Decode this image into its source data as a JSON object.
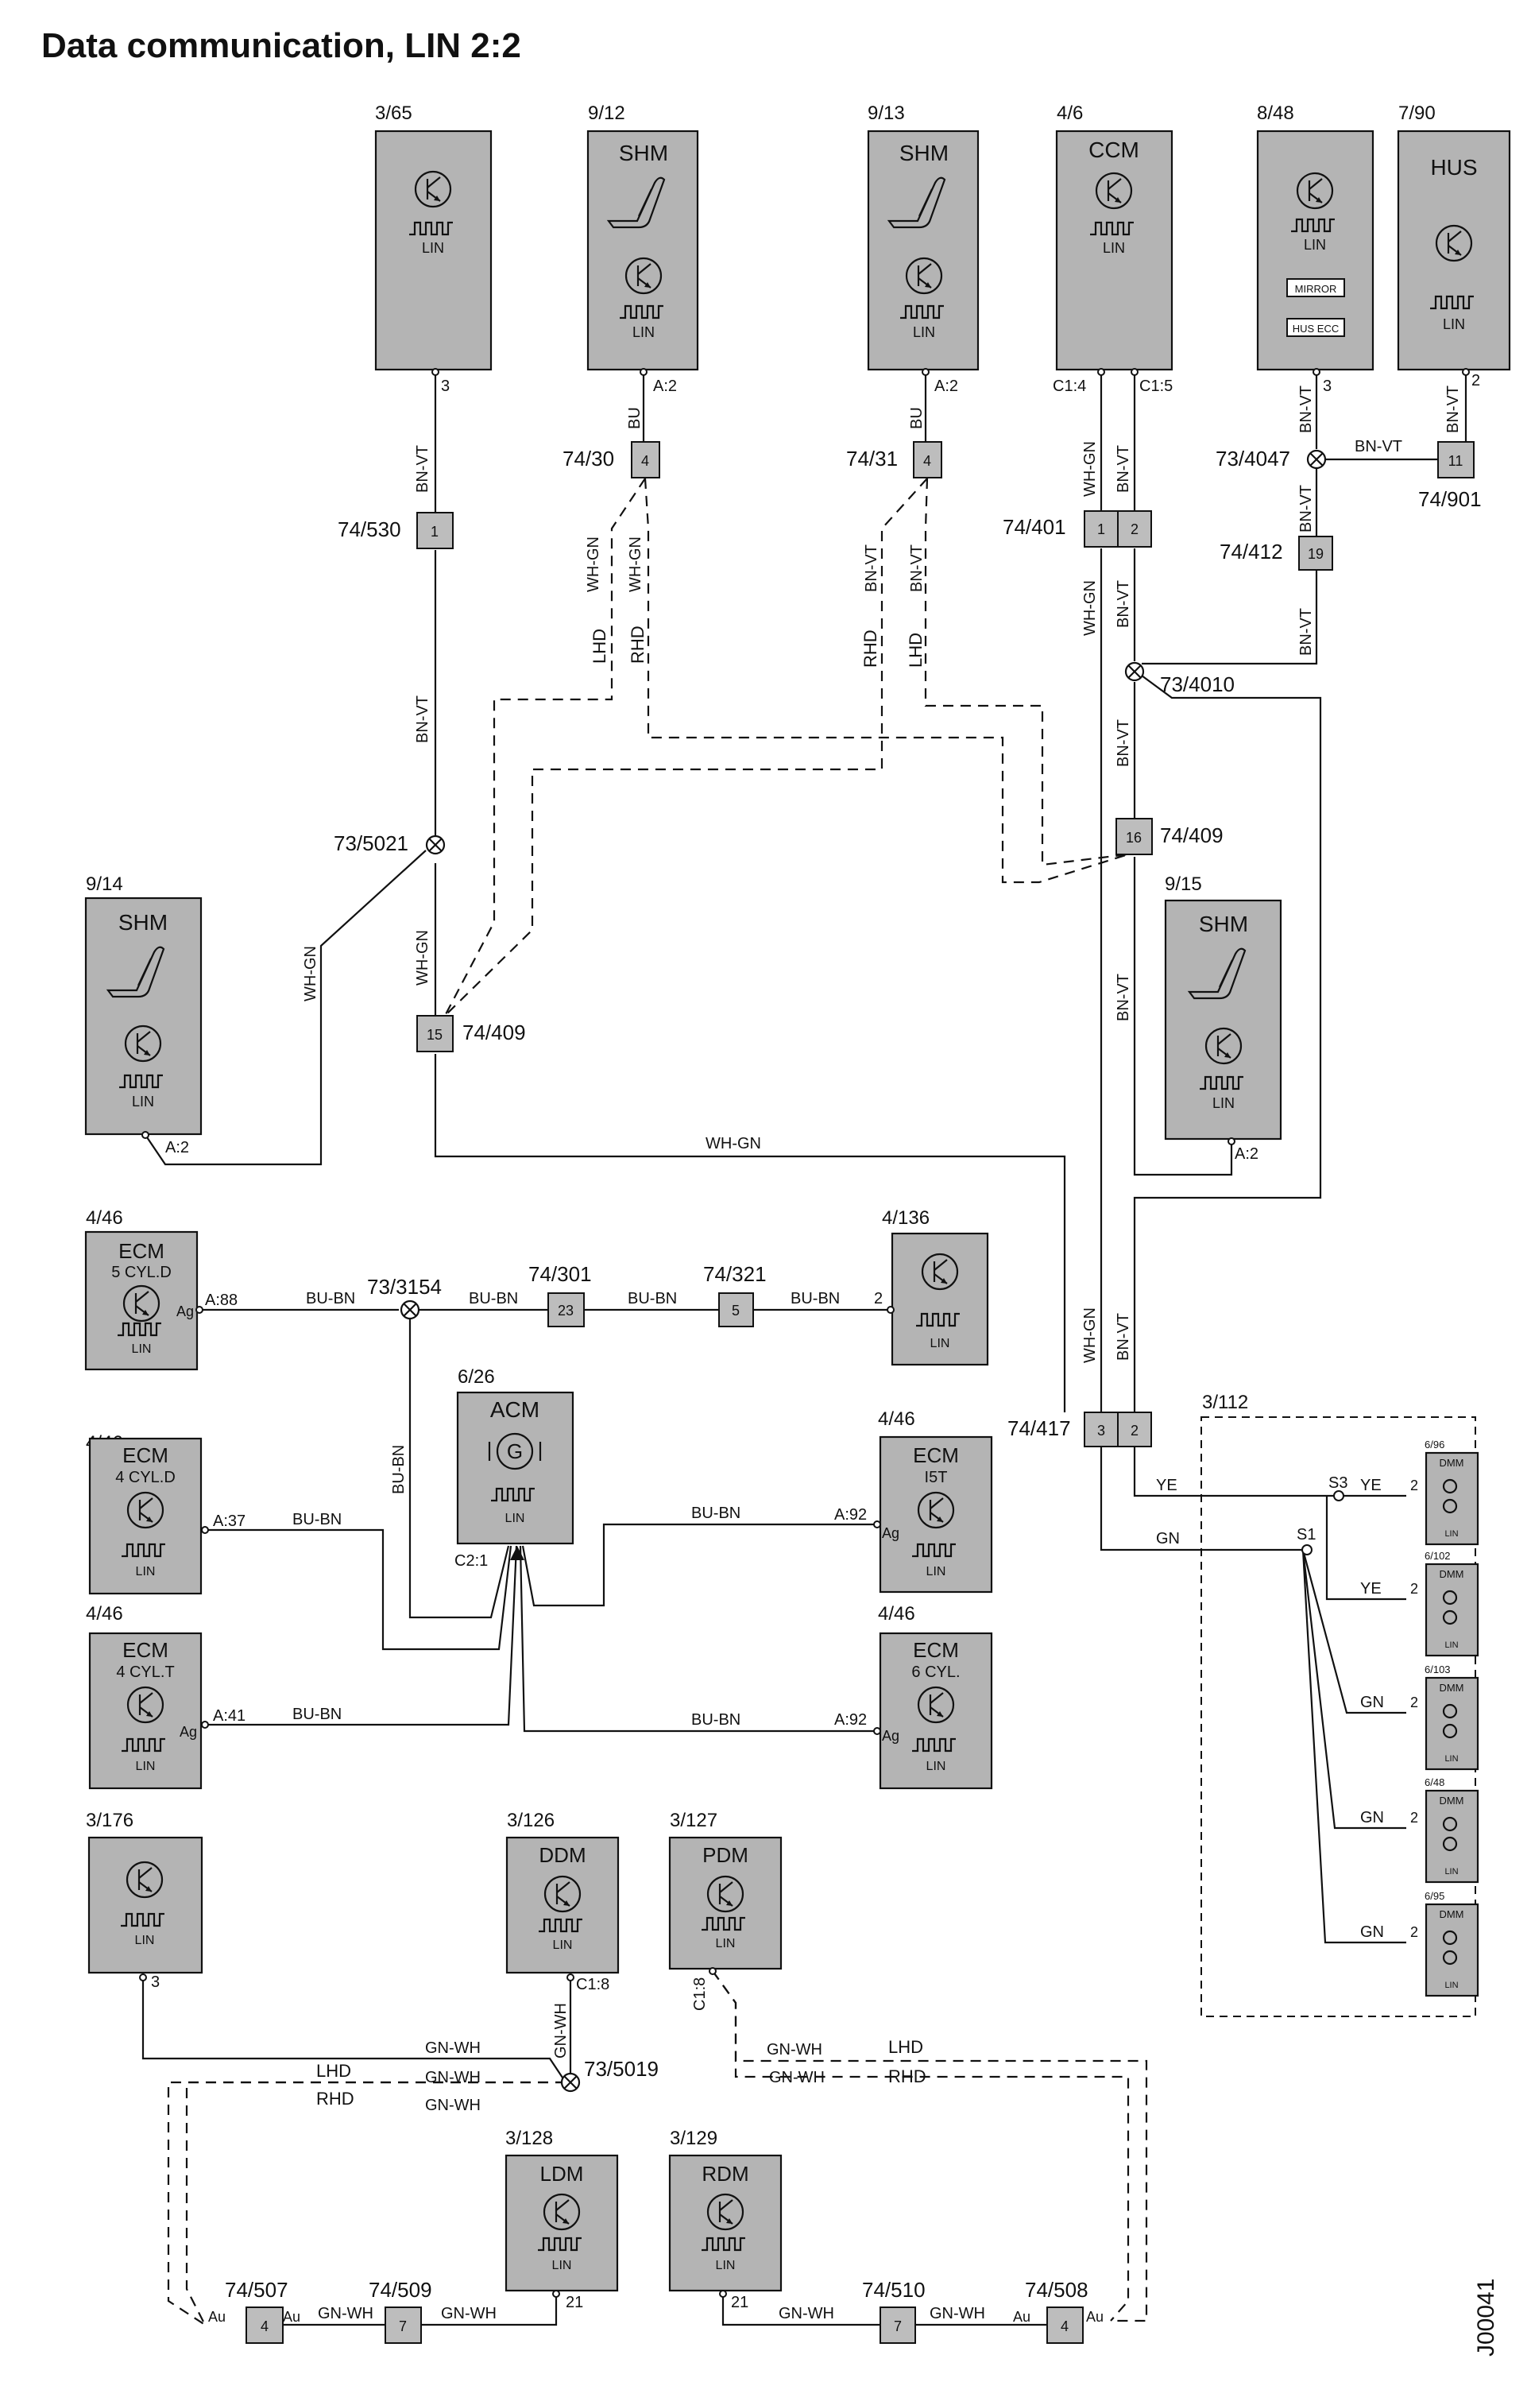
{
  "title": "Data communication, LIN 2:2",
  "doc_code": "J00041",
  "modules": {
    "m3_65": {
      "id": "3/65",
      "lin": "LIN",
      "pin": "3"
    },
    "m9_12": {
      "id": "9/12",
      "name": "SHM",
      "lin": "LIN",
      "pin": "A:2"
    },
    "m9_13": {
      "id": "9/13",
      "name": "SHM",
      "lin": "LIN",
      "pin": "A:2"
    },
    "m4_6": {
      "id": "4/6",
      "name": "CCM",
      "lin": "LIN",
      "pin_a": "C1:4",
      "pin_b": "C1:5"
    },
    "m8_48": {
      "id": "8/48",
      "lin": "LIN",
      "label_a": "MIRROR",
      "label_b": "HUS ECC",
      "pin": "3"
    },
    "m7_90": {
      "id": "7/90",
      "name": "HUS",
      "lin": "LIN",
      "pin": "2"
    },
    "m9_14": {
      "id": "9/14",
      "name": "SHM",
      "lin": "LIN",
      "pin": "A:2"
    },
    "m9_15": {
      "id": "9/15",
      "name": "SHM",
      "lin": "LIN",
      "pin": "A:2"
    },
    "ecm5": {
      "id": "4/46",
      "name": "ECM",
      "sub": "5 CYL.D",
      "lin": "LIN",
      "pin": "A:88",
      "ag": "Ag"
    },
    "m4_136": {
      "id": "4/136",
      "lin": "LIN",
      "pin": "2"
    },
    "acm": {
      "id": "6/26",
      "name": "ACM",
      "lin": "LIN",
      "pin": "C2:1"
    },
    "ecm4d": {
      "id": "4/46",
      "name": "ECM",
      "sub": "4 CYL.D",
      "lin": "LIN",
      "pin": "A:37"
    },
    "ecmi5t": {
      "id": "4/46",
      "name": "ECM",
      "sub": "I5T",
      "lin": "LIN",
      "pin": "A:92",
      "ag": "Ag"
    },
    "ecm4t": {
      "id": "4/46",
      "name": "ECM",
      "sub": "4 CYL.T",
      "lin": "LIN",
      "pin": "A:41",
      "ag": "Ag"
    },
    "ecm6": {
      "id": "4/46",
      "name": "ECM",
      "sub": "6 CYL.",
      "lin": "LIN",
      "pin": "A:92",
      "ag": "Ag"
    },
    "m3_176": {
      "id": "3/176",
      "lin": "LIN",
      "pin": "3"
    },
    "ddm": {
      "id": "3/126",
      "name": "DDM",
      "lin": "LIN",
      "pin": "C1:8"
    },
    "pdm": {
      "id": "3/127",
      "name": "PDM",
      "lin": "LIN",
      "pin": "C1:8"
    },
    "ldm": {
      "id": "3/128",
      "name": "LDM",
      "lin": "LIN",
      "pin": "21"
    },
    "rdm": {
      "id": "3/129",
      "name": "RDM",
      "lin": "LIN",
      "pin": "21"
    }
  },
  "connectors": {
    "c74_30": {
      "id": "74/30",
      "pin": "4"
    },
    "c74_31": {
      "id": "74/31",
      "pin": "4"
    },
    "c74_530": {
      "id": "74/530",
      "pin": "1"
    },
    "c74_401": {
      "id": "74/401",
      "pin_a": "1",
      "pin_b": "2"
    },
    "c74_901": {
      "id": "74/901",
      "pin": "11"
    },
    "c74_412": {
      "id": "74/412",
      "pin": "19"
    },
    "c74_409a": {
      "id": "74/409",
      "pin": "16"
    },
    "c74_409b": {
      "id": "74/409",
      "pin": "15"
    },
    "c74_301": {
      "id": "74/301",
      "pin": "23"
    },
    "c74_321": {
      "id": "74/321",
      "pin": "5"
    },
    "c74_417": {
      "id": "74/417",
      "pin_a": "3",
      "pin_b": "2"
    },
    "c74_507": {
      "id": "74/507",
      "pin": "4",
      "au": "Au"
    },
    "c74_509": {
      "id": "74/509",
      "pin": "7"
    },
    "c74_510": {
      "id": "74/510",
      "pin": "7"
    },
    "c74_508": {
      "id": "74/508",
      "pin": "4",
      "au": "Au"
    }
  },
  "splices": {
    "s73_4047": "73/4047",
    "s73_4010": "73/4010",
    "s73_5021": "73/5021",
    "s73_3154": "73/3154",
    "s73_5019": "73/5019"
  },
  "wires": {
    "bnvt": "BN-VT",
    "whgn": "WH-GN",
    "bu": "BU",
    "bubn": "BU-BN",
    "gnwh": "GN-WH",
    "ye": "YE",
    "gn": "GN",
    "lhd": "LHD",
    "rhd": "RHD"
  },
  "dmm_group": {
    "id": "3/112",
    "s3": "S3",
    "s1": "S1",
    "units": [
      {
        "id": "6/96",
        "label": "DMM",
        "wire": "YE",
        "pin": "2",
        "lin": "LIN"
      },
      {
        "id": "6/102",
        "label": "DMM",
        "wire": "YE",
        "pin": "2",
        "lin": "LIN"
      },
      {
        "id": "6/103",
        "label": "DMM",
        "wire": "GN",
        "pin": "2",
        "lin": "LIN"
      },
      {
        "id": "6/48",
        "label": "DMM",
        "wire": "GN",
        "pin": "2",
        "lin": "LIN"
      },
      {
        "id": "6/95",
        "label": "DMM",
        "wire": "GN",
        "pin": "2",
        "lin": "LIN"
      }
    ]
  }
}
